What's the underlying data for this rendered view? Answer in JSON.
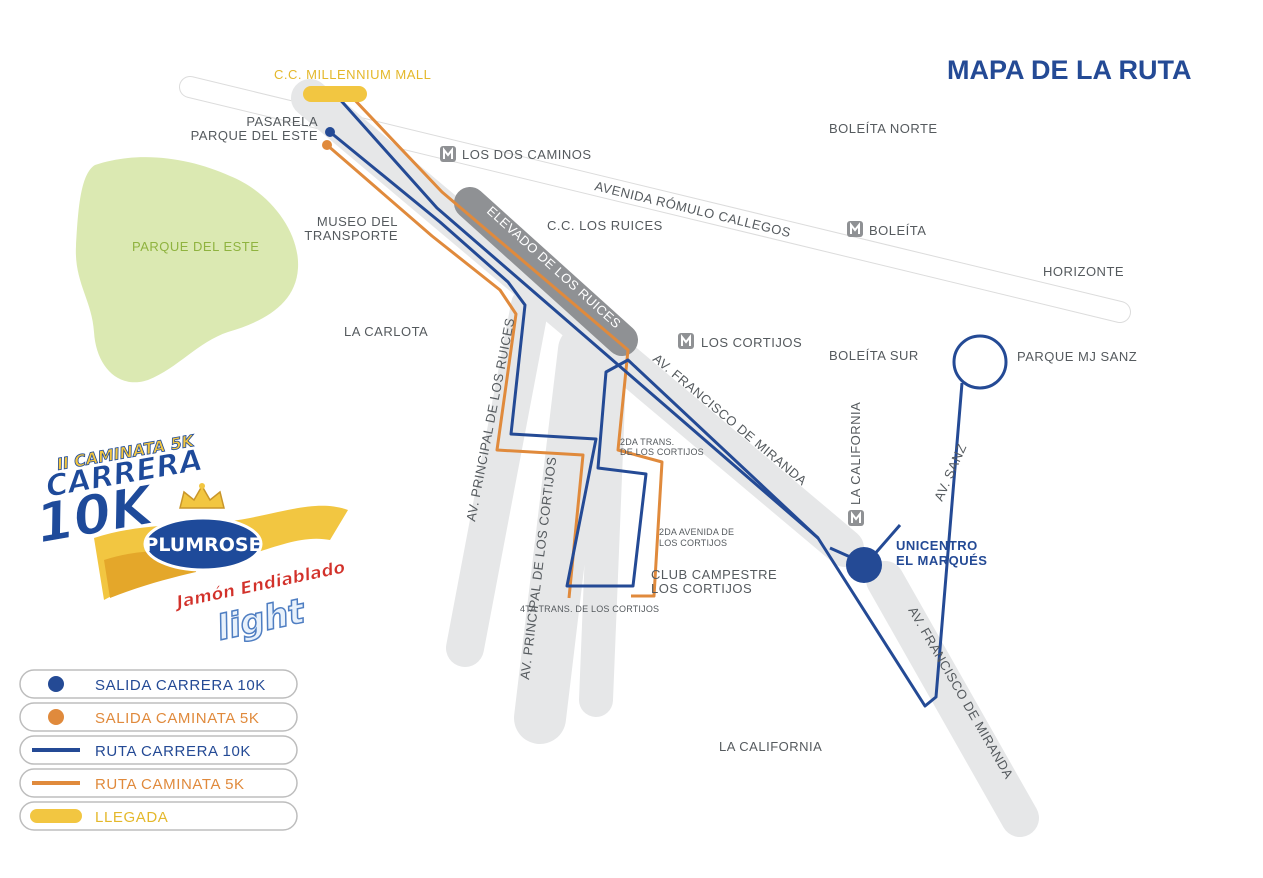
{
  "title": "MAPA DE LA RUTA",
  "colors": {
    "road": "#e6e7e8",
    "elevated": "#8f9194",
    "blue_route": "#244a95",
    "orange_route": "#e08a3c",
    "finish": "#f2c641",
    "park": "#dbe9b2"
  },
  "icons": {
    "metro": "metro-station-icon"
  },
  "places": {
    "millennium_mall": "C.C. MILLENNIUM MALL",
    "pasarela_1": "PASARELA",
    "pasarela_2": "PARQUE DEL ESTE",
    "parque_del_este": "PARQUE DEL ESTE",
    "museo_1": "MUSEO DEL",
    "museo_2": "TRANSPORTE",
    "la_carlota": "LA CARLOTA",
    "cc_los_ruices": "C.C. LOS RUICES",
    "boleita_norte": "BOLEÍTA NORTE",
    "boleita_sur": "BOLEÍTA SUR",
    "horizonte": "HORIZONTE",
    "parque_mj_sanz": "PARQUE MJ SANZ",
    "unicentro_1": "UNICENTRO",
    "unicentro_2": "EL MARQUÉS",
    "club_1": "CLUB CAMPESTRE",
    "club_2": "LOS CORTIJOS",
    "la_california_south": "LA CALIFORNIA"
  },
  "metro_stations": {
    "los_dos_caminos": "LOS DOS CAMINOS",
    "boleita": "BOLEÍTA",
    "los_cortijos": "LOS CORTIJOS",
    "la_california": "LA CALIFORNIA"
  },
  "streets": {
    "romulo_gallegos": "AVENIDA RÓMULO CALLEGOS",
    "elevado": "ELEVADO DE LOS RUICES",
    "francisco_miranda_1": "AV. FRANCISCO DE MIRANDA",
    "francisco_miranda_2": "AV. FRANCISCO DE MIRANDA",
    "principal_ruices": "AV. PRINCIPAL DE LOS RUICES",
    "principal_cortijos": "AV. PRINCIPAL DE LOS CORTIJOS",
    "av_sanz": "AV. SANZ",
    "trans_2da_1": "2DA TRANS.",
    "trans_2da_2": "DE LOS CORTIJOS",
    "avenida_2da_1": "2DA AVENIDA DE",
    "avenida_2da_2": "LOS CORTIJOS",
    "trans_4ta": "4TA TRANS. DE LOS CORTIJOS"
  },
  "logo": {
    "caminata": "II CAMINATA 5K",
    "carrera": "CARRERA",
    "tenk": "10K",
    "brand": "PLUMROSE",
    "product": "Jamón Endiablado",
    "light": "light"
  },
  "legend": [
    {
      "label": "SALIDA CARRERA 10K",
      "symbol": "dot",
      "color": "#244a95"
    },
    {
      "label": "SALIDA CAMINATA 5K",
      "symbol": "dot",
      "color": "#e08a3c"
    },
    {
      "label": "RUTA CARRERA 10K",
      "symbol": "line",
      "color": "#244a95"
    },
    {
      "label": "RUTA CAMINATA 5K",
      "symbol": "line",
      "color": "#e08a3c"
    },
    {
      "label": "LLEGADA",
      "symbol": "bar",
      "color": "#f2c641"
    }
  ]
}
